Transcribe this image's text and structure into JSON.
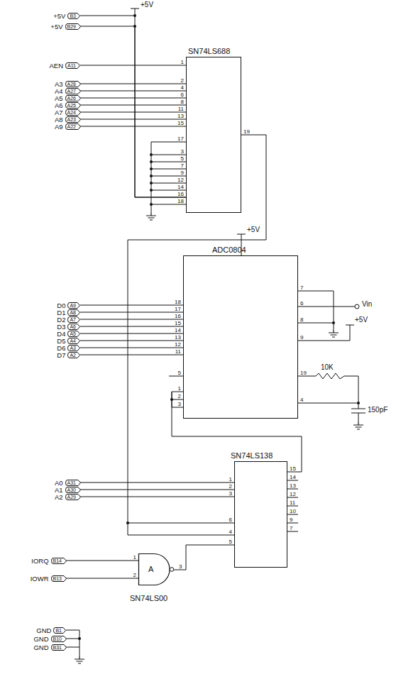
{
  "diagram": {
    "nodes": [
      {
        "text": [
          "SN74LS688"
        ]
      },
      {
        "text": [
          "+5V",
          "B3"
        ]
      },
      {
        "text": [
          "+5V",
          "B29"
        ]
      },
      {
        "text": [
          "AEN",
          "A11"
        ]
      },
      {
        "text": [
          "A3",
          "A28"
        ]
      },
      {
        "text": [
          "A4",
          "A27"
        ]
      },
      {
        "text": [
          "A5",
          "A26"
        ]
      },
      {
        "text": [
          "A6",
          "A25"
        ]
      },
      {
        "text": [
          "A7",
          "A24"
        ]
      },
      {
        "text": [
          "A8",
          "A23"
        ]
      },
      {
        "text": [
          "A9",
          "A22"
        ]
      },
      {
        "text": [
          "ADC0804"
        ]
      },
      {
        "text": [
          "D0",
          "A9"
        ]
      },
      {
        "text": [
          "D1",
          "A8"
        ]
      },
      {
        "text": [
          "D2",
          "A7"
        ]
      },
      {
        "text": [
          "D3",
          "A6"
        ]
      },
      {
        "text": [
          "D4",
          "A5"
        ]
      },
      {
        "text": [
          "D5",
          "A4"
        ]
      },
      {
        "text": [
          "D6",
          "A3"
        ]
      },
      {
        "text": [
          "D7",
          "A2"
        ]
      },
      {
        "text": [
          "SN74LS138"
        ]
      },
      {
        "text": [
          "A0",
          "A31"
        ]
      },
      {
        "text": [
          "A1",
          "A30"
        ]
      },
      {
        "text": [
          "A2",
          "A29"
        ]
      },
      {
        "text": [
          "A",
          "SN74LS00"
        ]
      },
      {
        "text": [
          "IORQ",
          "B14"
        ]
      },
      {
        "text": [
          "IOWR",
          "B13"
        ]
      },
      {
        "text": [
          "GND",
          "B1"
        ]
      },
      {
        "text": [
          "GND",
          "B10"
        ]
      },
      {
        "text": [
          "GND",
          "B31"
        ]
      }
    ],
    "edges": [
      {
        "from": 1,
        "to": 0,
        "arrow": "none"
      },
      {
        "from": 2,
        "to": 0,
        "arrow": "none"
      },
      {
        "from": 3,
        "to": 0,
        "arrow": "none"
      },
      {
        "from": 4,
        "to": 0,
        "arrow": "none"
      },
      {
        "from": 5,
        "to": 0,
        "arrow": "none"
      },
      {
        "from": 6,
        "to": 0,
        "arrow": "none"
      },
      {
        "from": 7,
        "to": 0,
        "arrow": "none"
      },
      {
        "from": 8,
        "to": 0,
        "arrow": "none"
      },
      {
        "from": 9,
        "to": 0,
        "arrow": "none"
      },
      {
        "from": 10,
        "to": 0,
        "arrow": "none"
      },
      {
        "from": 12,
        "to": 11,
        "arrow": "none"
      },
      {
        "from": 13,
        "to": 11,
        "arrow": "none"
      },
      {
        "from": 14,
        "to": 11,
        "arrow": "none"
      },
      {
        "from": 15,
        "to": 11,
        "arrow": "none"
      },
      {
        "from": 16,
        "to": 11,
        "arrow": "none"
      },
      {
        "from": 17,
        "to": 11,
        "arrow": "none"
      },
      {
        "from": 18,
        "to": 11,
        "arrow": "none"
      },
      {
        "from": 19,
        "to": 11,
        "arrow": "none"
      },
      {
        "from": 21,
        "to": 20,
        "arrow": "none"
      },
      {
        "from": 22,
        "to": 20,
        "arrow": "none"
      },
      {
        "from": 23,
        "to": 20,
        "arrow": "none"
      },
      {
        "from": 25,
        "to": 24,
        "arrow": "none"
      },
      {
        "from": 26,
        "to": 24,
        "arrow": "none"
      },
      {
        "from": 0,
        "to": 20,
        "arrow": "none"
      },
      {
        "from": 24,
        "to": 20,
        "arrow": "none"
      },
      {
        "from": 20,
        "to": 11,
        "arrow": "none"
      }
    ],
    "labels": [
      "+5V",
      "1",
      "2",
      "4",
      "6",
      "8",
      "11",
      "13",
      "15",
      "17",
      "3",
      "5",
      "7",
      "9",
      "12",
      "14",
      "16",
      "18",
      "19",
      "+5V",
      "18",
      "17",
      "16",
      "15",
      "14",
      "13",
      "12",
      "11",
      "5",
      "1",
      "2",
      "3",
      "7",
      "6",
      "8",
      "9",
      "19",
      "4",
      "Vin",
      "+5V",
      "10K",
      "150pF",
      "1",
      "2",
      "3",
      "6",
      "4",
      "5",
      "15",
      "14",
      "13",
      "12",
      "11",
      "10",
      "9",
      "7",
      "1",
      "2",
      "3"
    ]
  }
}
